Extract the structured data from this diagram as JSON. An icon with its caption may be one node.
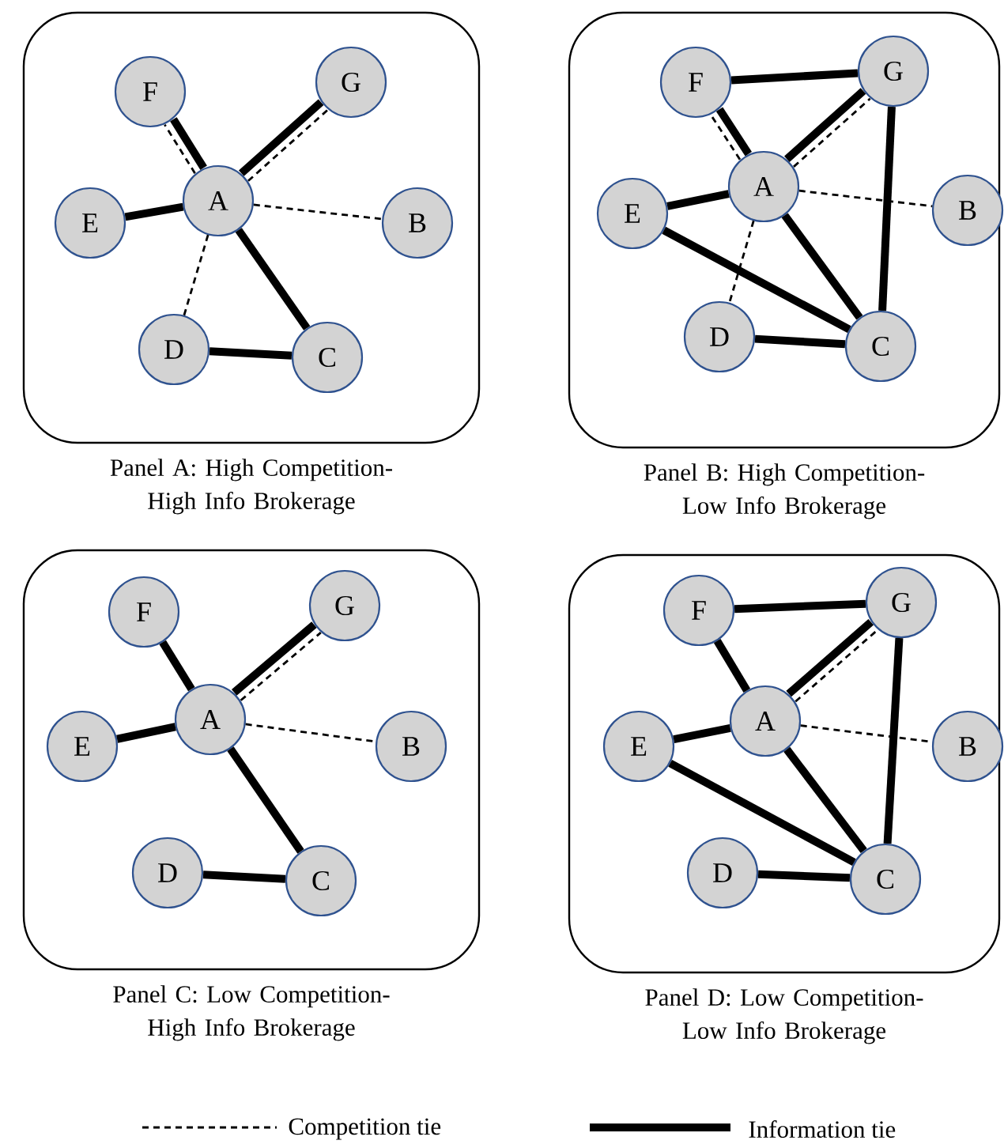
{
  "diagram": {
    "nodes": [
      {
        "text": [
          "Panel A: High Competition- High Info Brokerage"
        ]
      },
      {
        "text": [
          "F"
        ],
        "in": 0
      },
      {
        "text": [
          "G"
        ],
        "in": 0
      },
      {
        "text": [
          "A"
        ],
        "in": 0
      },
      {
        "text": [
          "E"
        ],
        "in": 0
      },
      {
        "text": [
          "B"
        ],
        "in": 0
      },
      {
        "text": [
          "D"
        ],
        "in": 0
      },
      {
        "text": [
          "C"
        ],
        "in": 0
      },
      {
        "text": [
          "Panel B: High Competition- Low Info Brokerage"
        ]
      },
      {
        "text": [
          "F"
        ],
        "in": 8
      },
      {
        "text": [
          "G"
        ],
        "in": 8
      },
      {
        "text": [
          "A"
        ],
        "in": 8
      },
      {
        "text": [
          "E"
        ],
        "in": 8
      },
      {
        "text": [
          "B"
        ],
        "in": 8
      },
      {
        "text": [
          "D"
        ],
        "in": 8
      },
      {
        "text": [
          "C"
        ],
        "in": 8
      },
      {
        "text": [
          "Panel C: Low Competition- High Info Brokerage"
        ]
      },
      {
        "text": [
          "F"
        ],
        "in": 16
      },
      {
        "text": [
          "G"
        ],
        "in": 16
      },
      {
        "text": [
          "A"
        ],
        "in": 16
      },
      {
        "text": [
          "E"
        ],
        "in": 16
      },
      {
        "text": [
          "B"
        ],
        "in": 16
      },
      {
        "text": [
          "D"
        ],
        "in": 16
      },
      {
        "text": [
          "C"
        ],
        "in": 16
      },
      {
        "text": [
          "Panel D: Low Competition- Low Info Brokerage"
        ]
      },
      {
        "text": [
          "F"
        ],
        "in": 24
      },
      {
        "text": [
          "G"
        ],
        "in": 24
      },
      {
        "text": [
          "A"
        ],
        "in": 24
      },
      {
        "text": [
          "E"
        ],
        "in": 24
      },
      {
        "text": [
          "B"
        ],
        "in": 24
      },
      {
        "text": [
          "D"
        ],
        "in": 24
      },
      {
        "text": [
          "C"
        ],
        "in": 24
      }
    ],
    "edges": [
      {
        "from": 3,
        "to": 1,
        "arrow": "none"
      },
      {
        "from": 3,
        "to": 1,
        "arrow": "none",
        "style": "dashed"
      },
      {
        "from": 3,
        "to": 2,
        "arrow": "none",
        "style": "dashed"
      },
      {
        "from": 3,
        "to": 2,
        "arrow": "none"
      },
      {
        "from": 3,
        "to": 4,
        "arrow": "none"
      },
      {
        "from": 3,
        "to": 5,
        "arrow": "none",
        "style": "dashed"
      },
      {
        "from": 3,
        "to": 6,
        "arrow": "none",
        "style": "dashed"
      },
      {
        "from": 3,
        "to": 7,
        "arrow": "none"
      },
      {
        "from": 6,
        "to": 7,
        "arrow": "none"
      },
      {
        "from": 9,
        "to": 10,
        "arrow": "none"
      },
      {
        "from": 11,
        "to": 9,
        "arrow": "none"
      },
      {
        "from": 11,
        "to": 9,
        "arrow": "none",
        "style": "dashed"
      },
      {
        "from": 11,
        "to": 10,
        "arrow": "none",
        "style": "dashed"
      },
      {
        "from": 11,
        "to": 10,
        "arrow": "none"
      },
      {
        "from": 10,
        "to": 15,
        "arrow": "none"
      },
      {
        "from": 11,
        "to": 12,
        "arrow": "none"
      },
      {
        "from": 11,
        "to": 13,
        "arrow": "none",
        "style": "dashed"
      },
      {
        "from": 12,
        "to": 15,
        "arrow": "none"
      },
      {
        "from": 11,
        "to": 14,
        "arrow": "none",
        "style": "dashed"
      },
      {
        "from": 11,
        "to": 15,
        "arrow": "none"
      },
      {
        "from": 14,
        "to": 15,
        "arrow": "none"
      },
      {
        "from": 19,
        "to": 17,
        "arrow": "none"
      },
      {
        "from": 19,
        "to": 18,
        "arrow": "none",
        "style": "dashed"
      },
      {
        "from": 19,
        "to": 18,
        "arrow": "none"
      },
      {
        "from": 19,
        "to": 20,
        "arrow": "none"
      },
      {
        "from": 19,
        "to": 21,
        "arrow": "none",
        "style": "dashed"
      },
      {
        "from": 19,
        "to": 23,
        "arrow": "none"
      },
      {
        "from": 22,
        "to": 23,
        "arrow": "none"
      },
      {
        "from": 25,
        "to": 26,
        "arrow": "none"
      },
      {
        "from": 27,
        "to": 25,
        "arrow": "none"
      },
      {
        "from": 27,
        "to": 26,
        "arrow": "none",
        "style": "dashed"
      },
      {
        "from": 27,
        "to": 26,
        "arrow": "none"
      },
      {
        "from": 26,
        "to": 31,
        "arrow": "none"
      },
      {
        "from": 27,
        "to": 28,
        "arrow": "none"
      },
      {
        "from": 27,
        "to": 29,
        "arrow": "none",
        "style": "dashed"
      },
      {
        "from": 28,
        "to": 31,
        "arrow": "none"
      },
      {
        "from": 27,
        "to": 31,
        "arrow": "none"
      },
      {
        "from": 30,
        "to": 31,
        "arrow": "none"
      }
    ],
    "legend": [
      {
        "text": "Competition tie"
      },
      {
        "text": "Information tie"
      }
    ]
  }
}
